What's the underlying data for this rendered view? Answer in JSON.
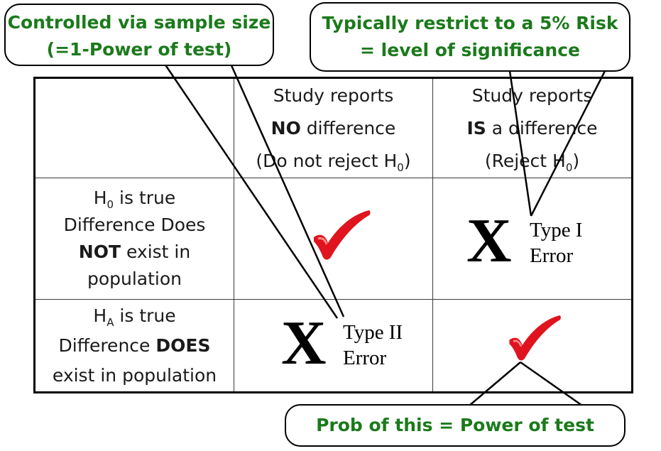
{
  "callouts": {
    "top_left": {
      "line1": "Controlled via sample size",
      "line2": "(=1-Power of test)"
    },
    "top_right": {
      "line1": "Typically restrict to a 5% Risk",
      "line2": "= level of significance"
    },
    "bottom": {
      "text": "Prob of this = Power of test"
    }
  },
  "columns": {
    "col1": {
      "line1": "Study reports",
      "bold": "NO",
      "rest": " difference",
      "line3": "(Do not reject H",
      "sub": "0",
      "close": ")"
    },
    "col2": {
      "line1": "Study reports",
      "bold": "IS",
      "rest": " a difference",
      "line3": "(Reject H",
      "sub": "0",
      "close": ")"
    }
  },
  "rows": {
    "row1": {
      "h": "H",
      "sub": "0",
      "rest": " is true",
      "line2": "Difference Does",
      "bold": "NOT",
      "line3rest": " exist in",
      "line4": "population"
    },
    "row2": {
      "h": "H",
      "sub": "A",
      "rest": " is true",
      "line2pre": "Difference ",
      "bold": "DOES",
      "line3": "exist in population"
    }
  },
  "cells": {
    "type1": {
      "x": "X",
      "line1": "Type I",
      "line2": "Error"
    },
    "type2": {
      "x": "X",
      "line1": "Type II",
      "line2": "Error"
    }
  },
  "colors": {
    "callout_text": "#1b7a1b",
    "check": "#e0141e",
    "border": "#000000"
  }
}
